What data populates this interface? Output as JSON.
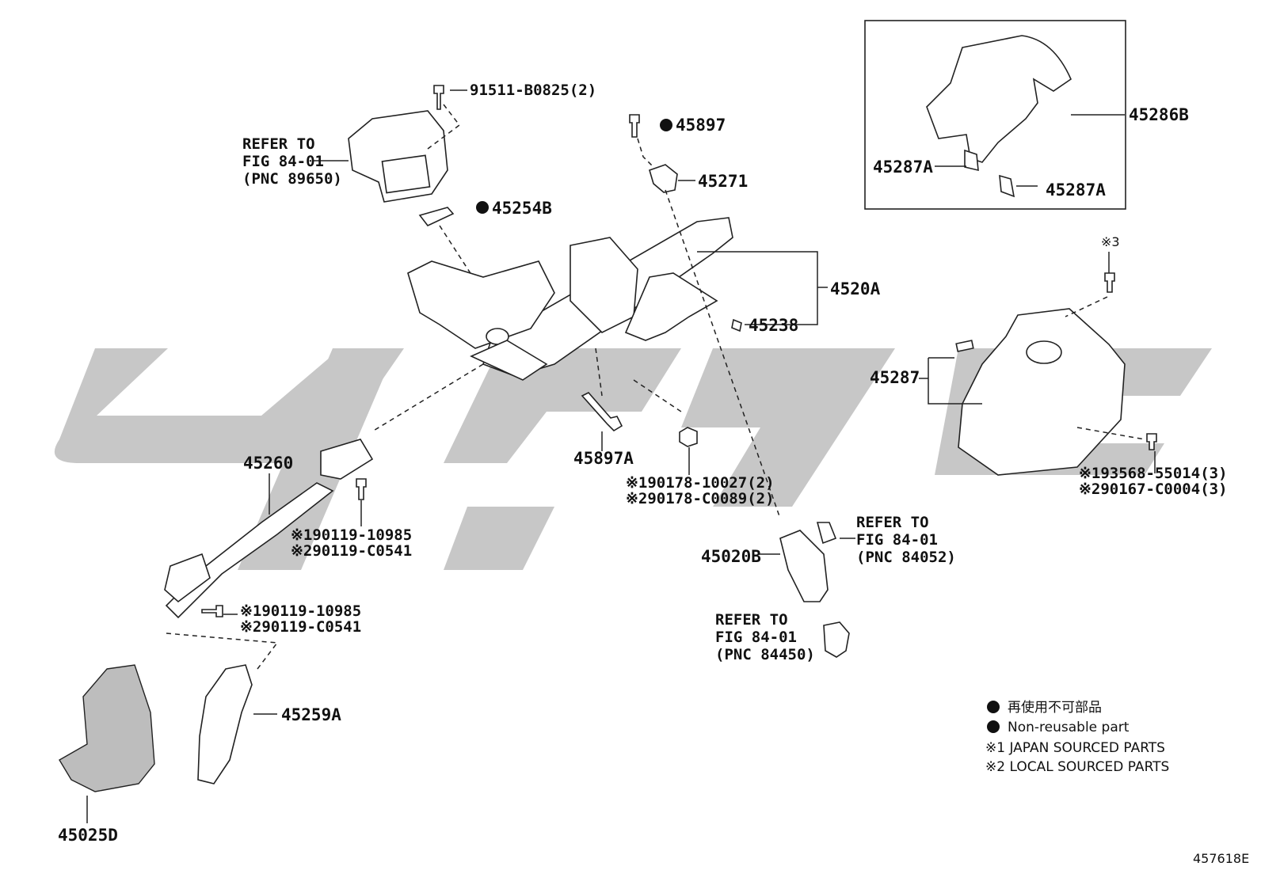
{
  "labels": {
    "p91511": "91511-B0825(2)",
    "p45897": "45897",
    "p45271": "45271",
    "p45254B": "45254B",
    "p4520A": "4520A",
    "p45238": "45238",
    "p45287": "45287",
    "p45897A": "45897A",
    "p45260": "45260",
    "p45020B": "45020B",
    "p45259A": "45259A",
    "p45025D": "45025D",
    "p45286B": "45286B",
    "p45287A_1": "45287A",
    "p45287A_2": "45287A",
    "x3": "※3"
  },
  "refer_blocks": {
    "top_left": [
      "REFER TO",
      "FIG 84-01",
      "(PNC 89650)"
    ],
    "mid_right": [
      "REFER TO",
      "FIG 84-01",
      "(PNC 84052)"
    ],
    "bottom_mid": [
      "REFER TO",
      "FIG 84-01",
      "(PNC 84450)"
    ]
  },
  "option_blocks": {
    "joint_bolt": [
      "※190119-10985",
      "※290119-C0541"
    ],
    "lower_bolt": [
      "※190119-10985",
      "※290119-C0541"
    ],
    "nut": [
      "※190178-10027(2)",
      "※290178-C0089(2)"
    ],
    "cover_screw": [
      "※193568-55014(3)",
      "※290167-C0004(3)"
    ]
  },
  "legend": {
    "items": [
      "再使用不可部品",
      "Non-reusable part",
      "※1 JAPAN SOURCED PARTS",
      "※2 LOCAL SOURCED PARTS"
    ],
    "bullet_color": "#111111"
  },
  "figure_id": "457618E"
}
